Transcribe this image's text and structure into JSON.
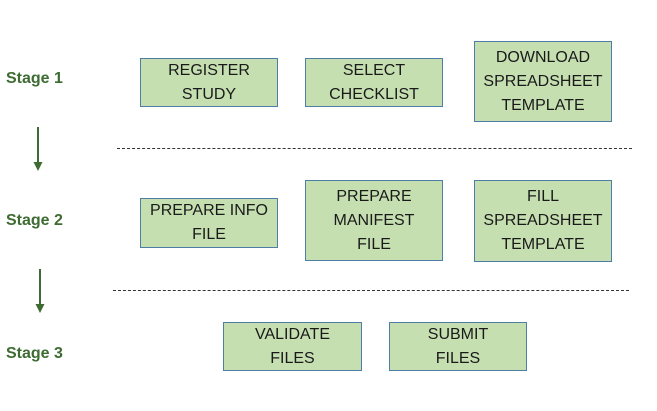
{
  "stages": [
    {
      "label": "Stage 1"
    },
    {
      "label": "Stage 2"
    },
    {
      "label": "Stage 3"
    }
  ],
  "steps": {
    "register_study": "REGISTER\nSTUDY",
    "select_checklist": "SELECT\nCHECKLIST",
    "download_template": "DOWNLOAD\nSPREADSHEET\nTEMPLATE",
    "prepare_info_file": "PREPARE INFO\nFILE",
    "prepare_manifest_file": "PREPARE\nMANIFEST\nFILE",
    "fill_template": "FILL\nSPREADSHEET\nTEMPLATE",
    "validate_files": "VALIDATE\nFILES",
    "submit_files": "SUBMIT\nFILES"
  },
  "colors": {
    "box_fill": "#c5dfb1",
    "box_border": "#4e7da6",
    "stage_text": "#3d6b32",
    "arrow": "#3d6b32"
  },
  "icons": [
    "arrow-down-icon"
  ]
}
